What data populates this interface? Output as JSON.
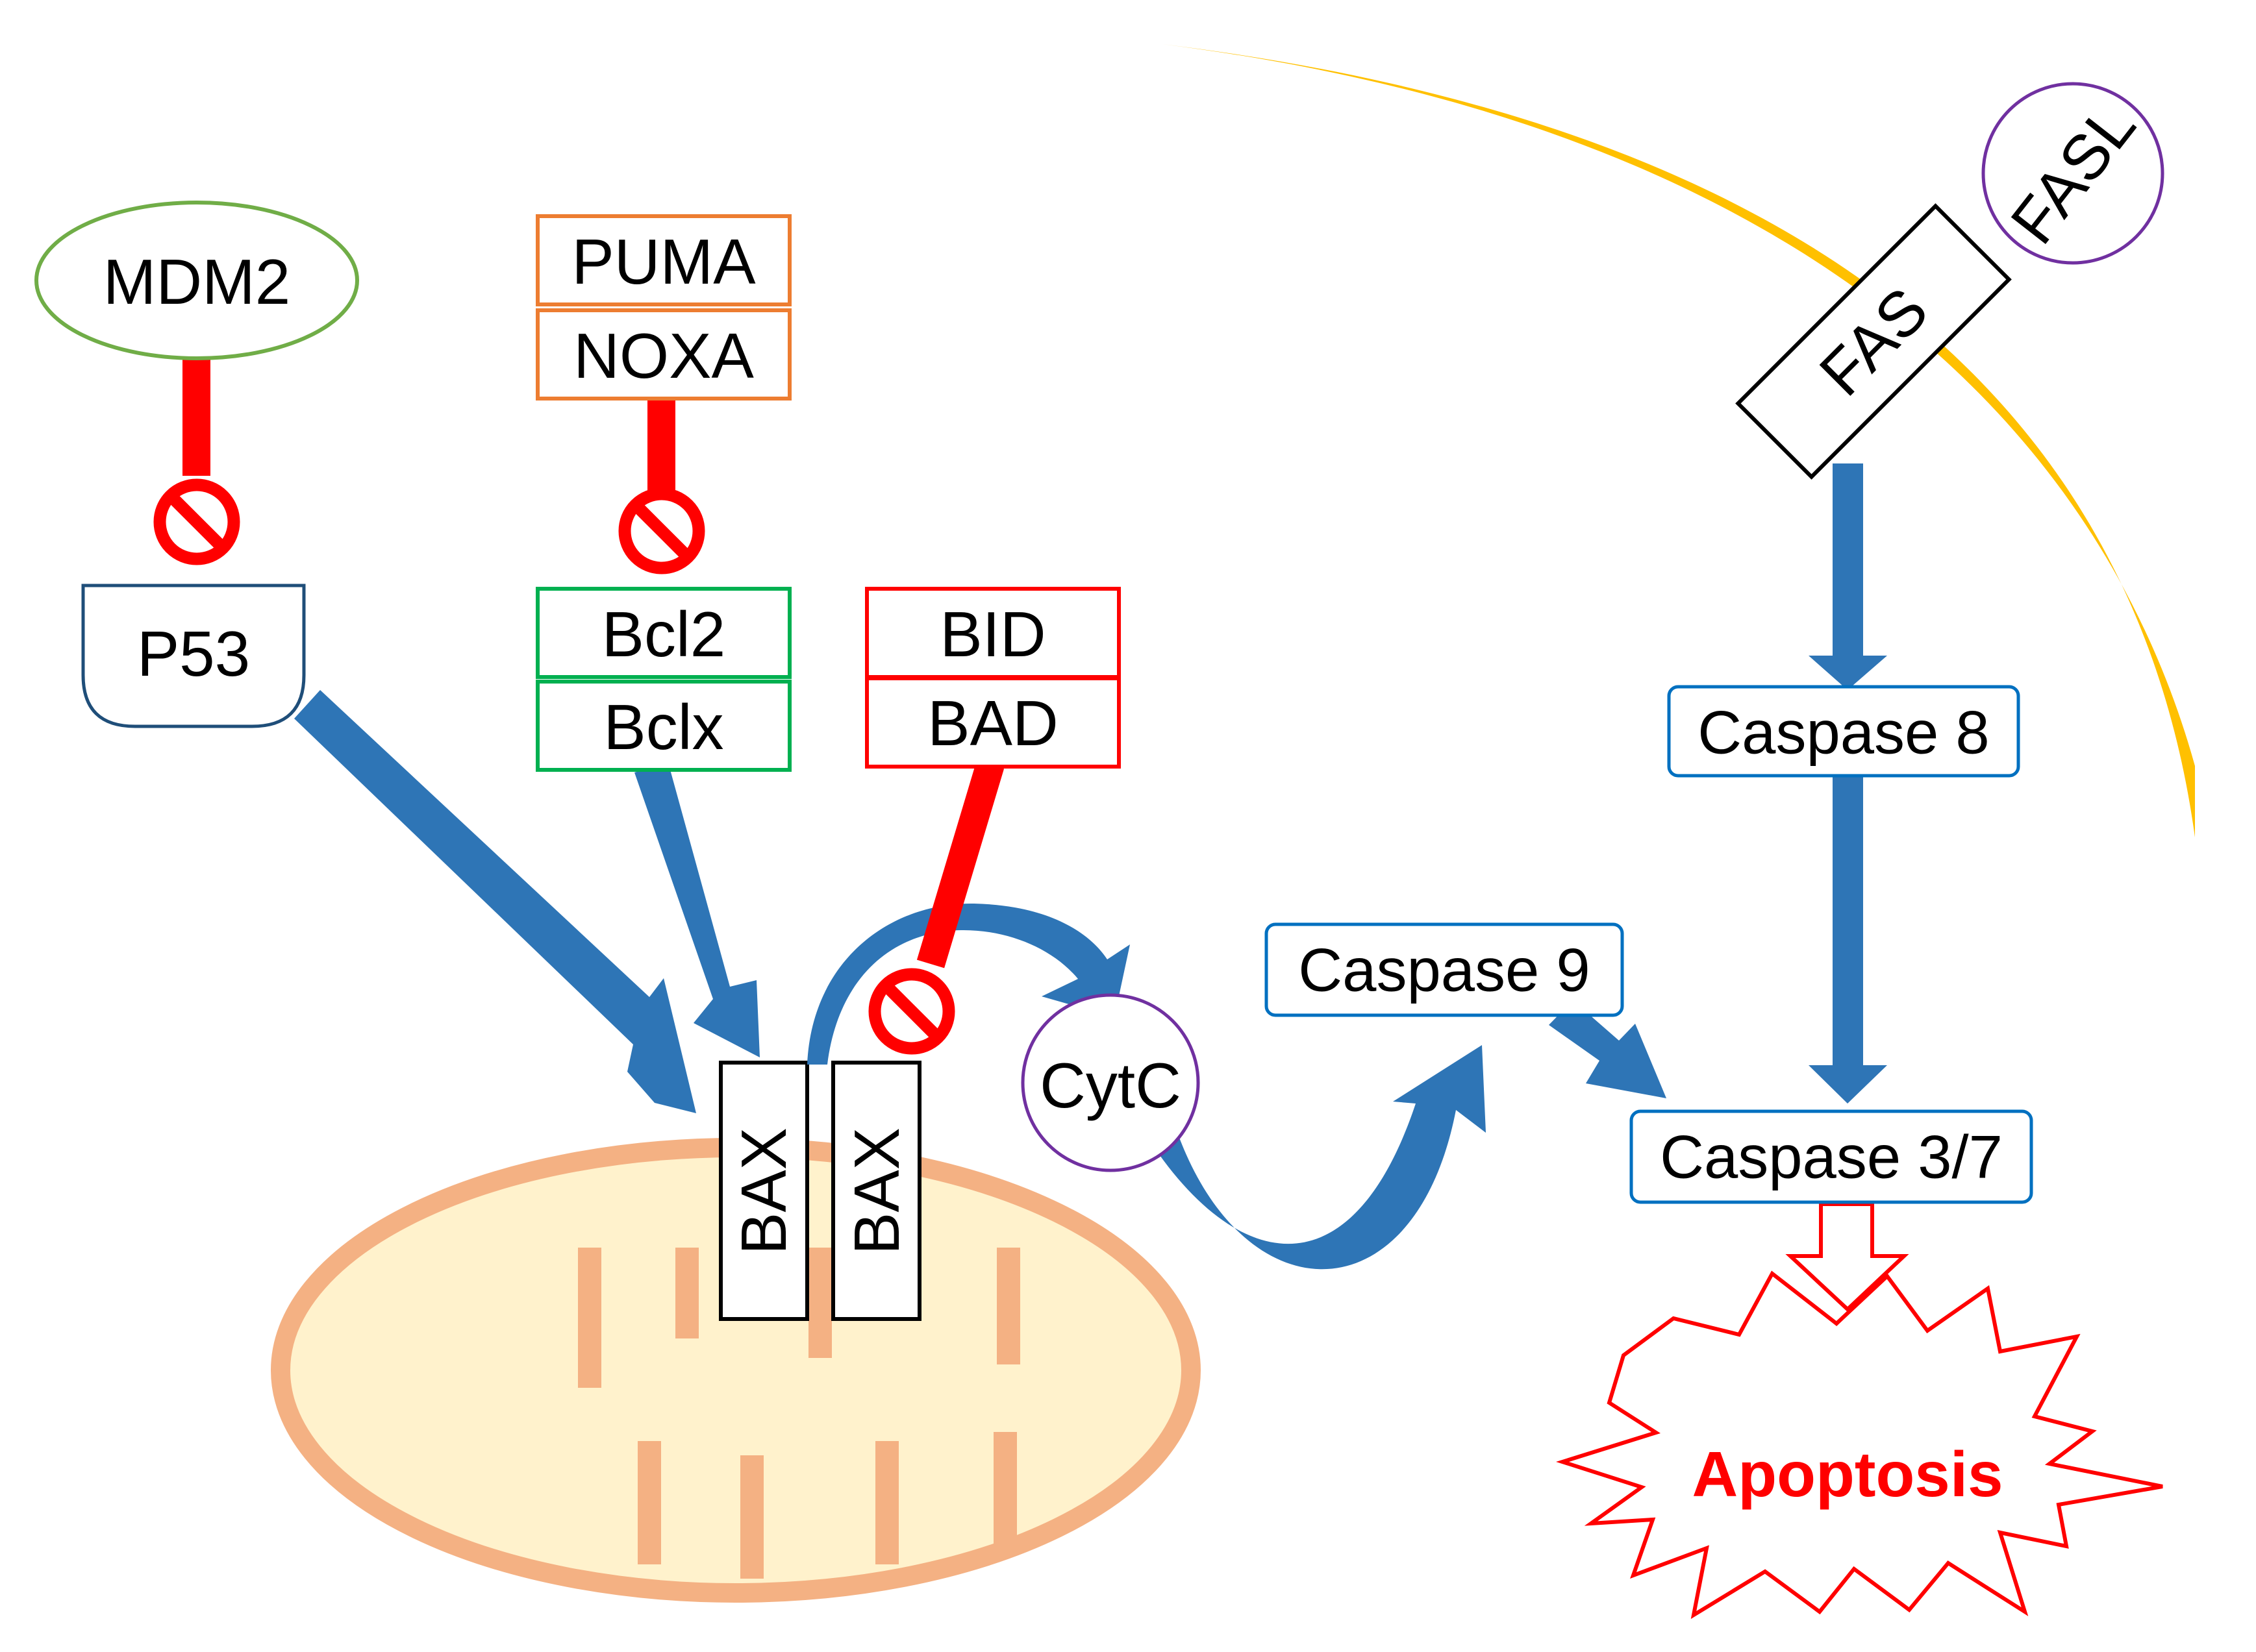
{
  "diagram": {
    "nodes": {
      "mdm2": "MDM2",
      "puma": "PUMA",
      "noxa": "NOXA",
      "p53": "P53",
      "bcl2": "Bcl2",
      "bclx": "Bclx",
      "bid": "BID",
      "bad": "BAD",
      "fasl": "FASL",
      "fas": "FAS",
      "caspase8": "Caspase 8",
      "caspase9": "Caspase 9",
      "caspase37": "Caspase 3/7",
      "cytc": "CytC",
      "bax1": "BAX",
      "bax2": "BAX",
      "apoptosis": "Apoptosis"
    },
    "colors": {
      "activation_arrow": "#2E75B6",
      "inhibition": "#FF0000",
      "membrane": "#FFC000",
      "mito_fill": "#FFF2CC",
      "mito_edge": "#F4B183",
      "mdm2_border": "#70AD47",
      "puma_noxa_border": "#ED7D31",
      "bcl_border": "#00B050",
      "bid_bad_border": "#FF0000",
      "fasl_border": "#7030A0",
      "caspase_border": "#0070C0",
      "p53_border": "#1F4E79",
      "apoptosis": "#FF0000"
    },
    "edges": [
      {
        "from": "MDM2",
        "to": "P53",
        "type": "inhibition"
      },
      {
        "from": "NOXA",
        "to": "Bcl2",
        "type": "inhibition"
      },
      {
        "from": "BAD",
        "to": "BAX",
        "type": "inhibition"
      },
      {
        "from": "P53",
        "to": "BAX",
        "type": "activation"
      },
      {
        "from": "Bclx",
        "to": "BAX",
        "type": "activation"
      },
      {
        "from": "BAX",
        "to": "CytC",
        "type": "activation"
      },
      {
        "from": "CytC",
        "to": "Caspase 9",
        "type": "activation"
      },
      {
        "from": "Caspase 9",
        "to": "Caspase 3/7",
        "type": "activation"
      },
      {
        "from": "FAS",
        "to": "Caspase 8",
        "type": "activation"
      },
      {
        "from": "Caspase 8",
        "to": "Caspase 3/7",
        "type": "activation"
      },
      {
        "from": "Caspase 3/7",
        "to": "Apoptosis",
        "type": "activation"
      }
    ]
  }
}
